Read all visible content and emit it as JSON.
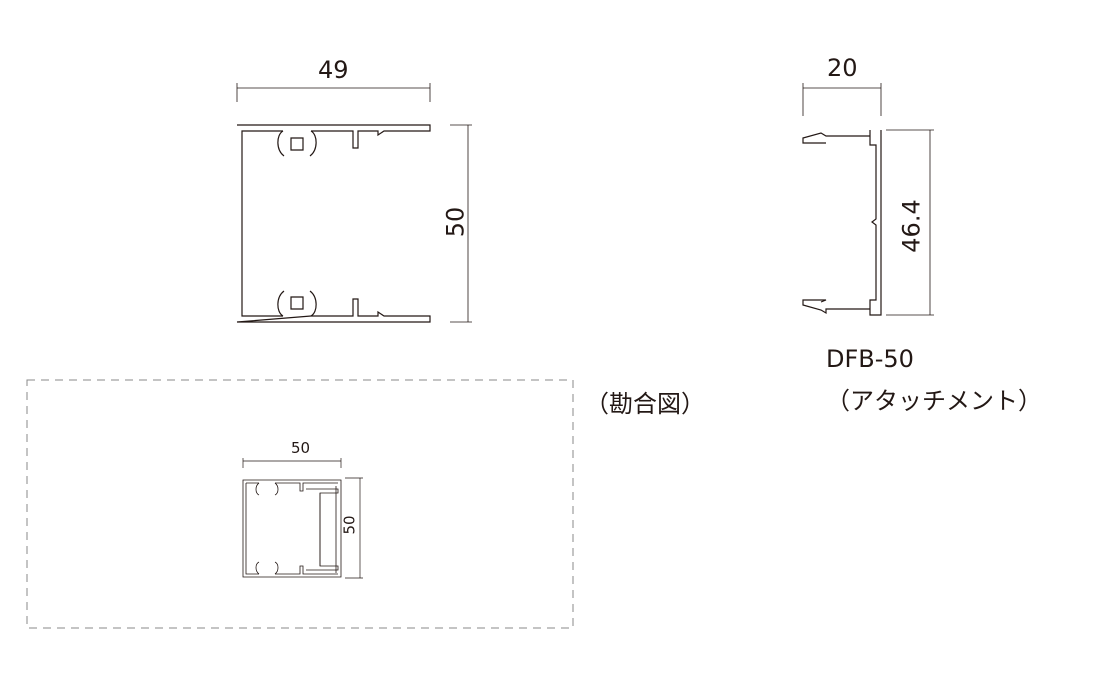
{
  "main_profile": {
    "width_dim": "49",
    "height_dim": "50"
  },
  "attachment": {
    "width_dim": "20",
    "height_dim": "46.4",
    "model": "DFB-50",
    "caption": "（アタッチメント）"
  },
  "assembly": {
    "caption": "（勘合図）",
    "width_dim": "50",
    "height_dim": "50"
  },
  "colors": {
    "line": "#231815",
    "dashed": "#888888"
  }
}
